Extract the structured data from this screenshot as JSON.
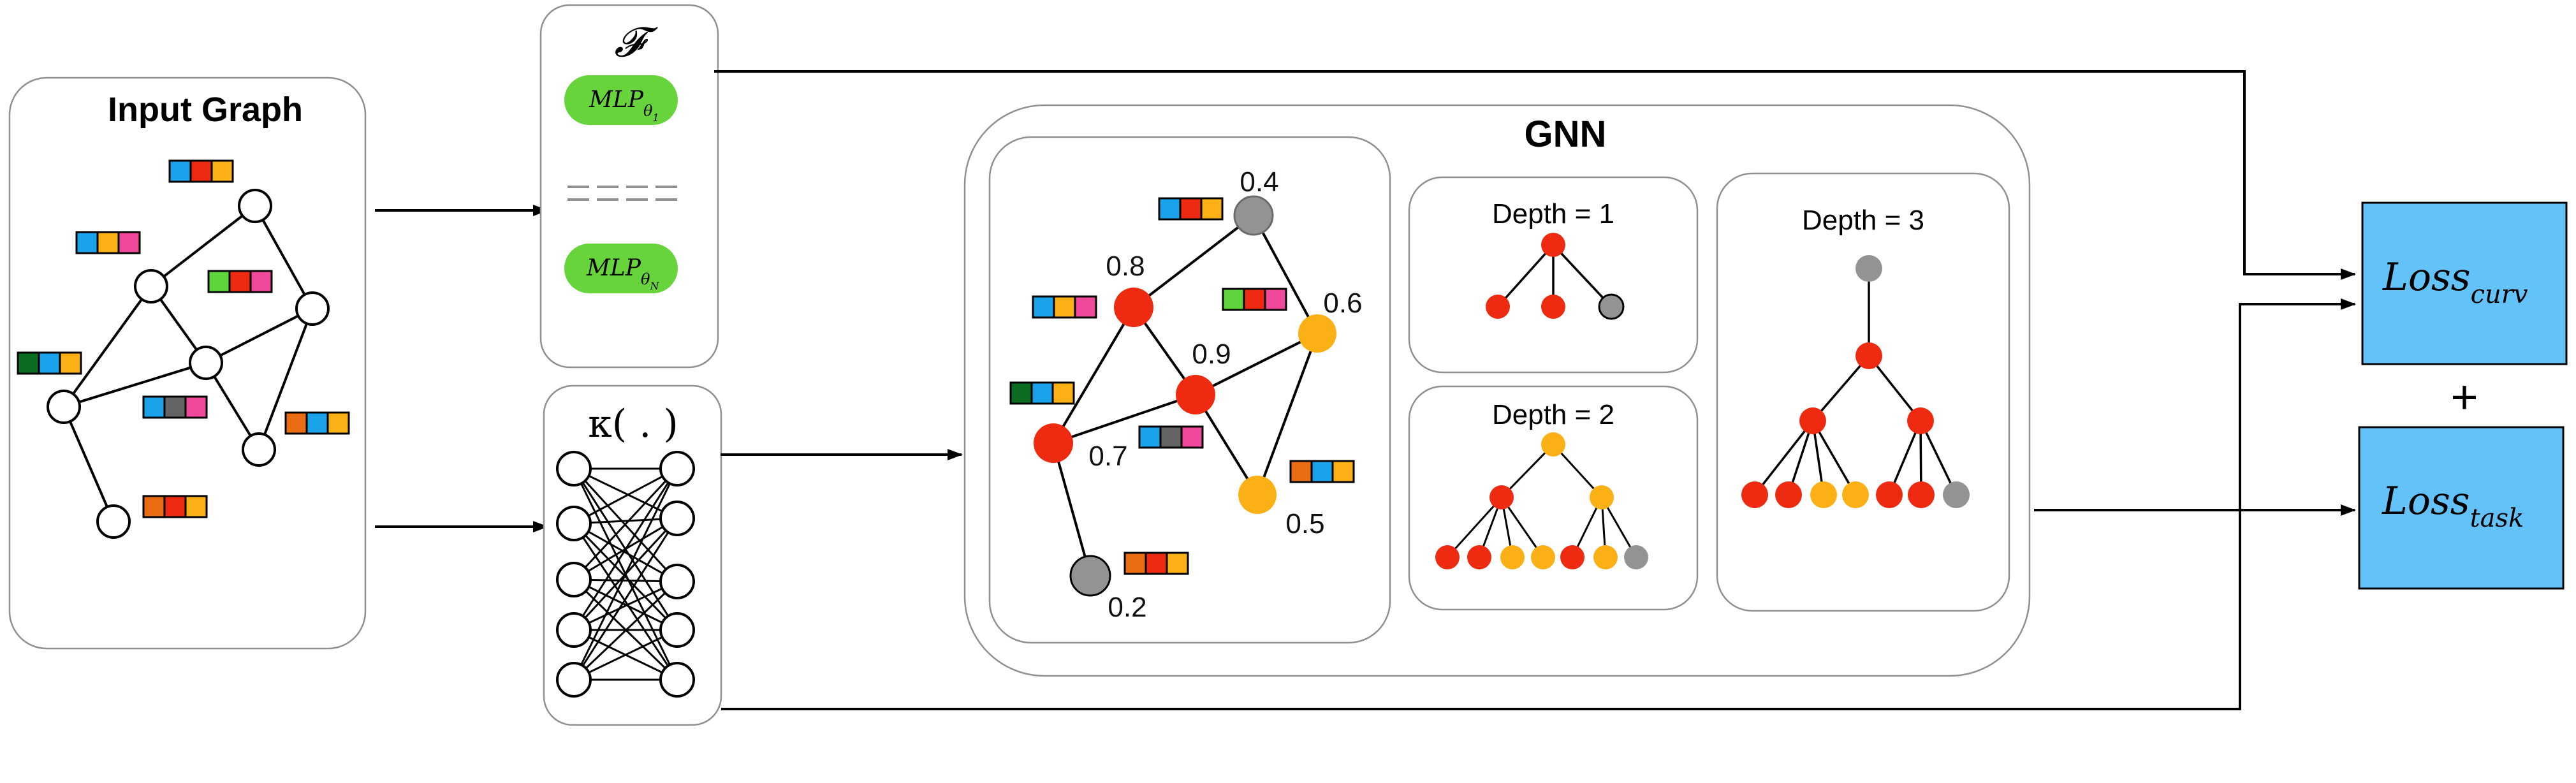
{
  "input_graph": {
    "title": "Input Graph"
  },
  "mlp_panel": {
    "symbol": "𝓕",
    "mlp_top": {
      "base": "MLP",
      "sub": "θ",
      "subsub": "1"
    },
    "mlp_bottom": {
      "base": "MLP",
      "sub": "θ",
      "subsub": "N"
    }
  },
  "kappa_panel": {
    "label": "κ( . )"
  },
  "gnn": {
    "title": "GNN",
    "curvature_values": [
      "0.4",
      "0.8",
      "0.6",
      "0.9",
      "0.7",
      "0.5",
      "0.2"
    ],
    "depth_labels": [
      "Depth = 1",
      "Depth = 2",
      "Depth = 3"
    ]
  },
  "loss": {
    "curv": {
      "base": "Loss",
      "sub": "curv"
    },
    "plus": "+",
    "task": {
      "base": "Loss",
      "sub": "task"
    }
  },
  "colors": {
    "red": "#ee2a10",
    "orange": "#fbb016",
    "gray": "#939393",
    "green_pill": "#66d43a",
    "loss_blue": "#63c3f8",
    "feat_blue": "#1aa3ea",
    "feat_red": "#ee2a12",
    "feat_orange": "#fbb016",
    "feat_pink": "#f0489a",
    "feat_darkgreen": "#0c6c22",
    "feat_green": "#5fd33a",
    "feat_darkgray": "#646464",
    "feat_darkorange": "#ea6d14"
  }
}
